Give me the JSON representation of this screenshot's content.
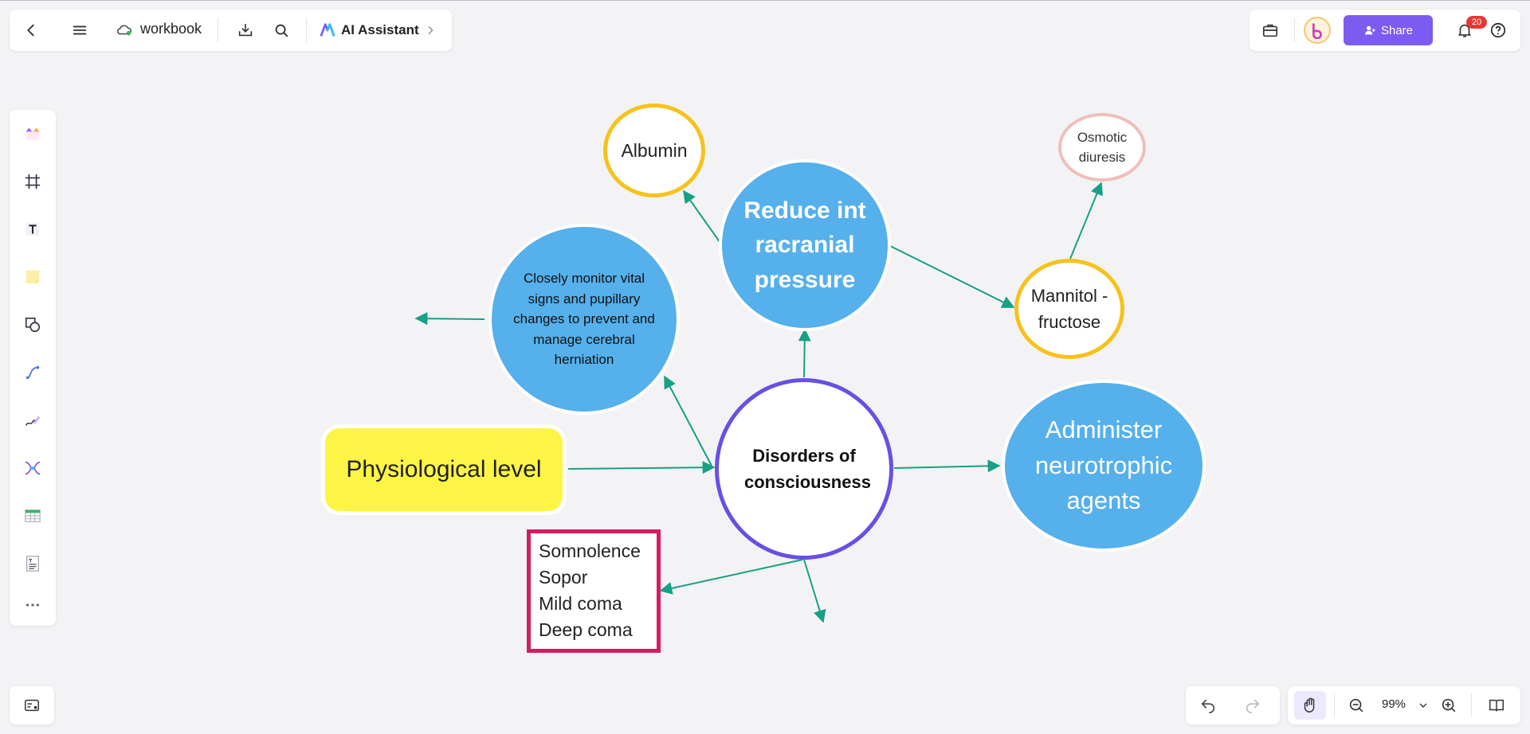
{
  "toolbar": {
    "doc_title": "workbook",
    "ai_assistant_label": "AI Assistant",
    "share_label": "Share",
    "notifications_count": "20"
  },
  "zoom": {
    "level": "99%"
  },
  "left_rail_tools": [
    "templates",
    "frame",
    "text",
    "sticky-note",
    "shape",
    "connector",
    "pen",
    "mindmap",
    "table",
    "document",
    "more"
  ],
  "mindmap": {
    "center": "Disorders of consciousness",
    "nodes": {
      "reduce": "Reduce int racranial pressure",
      "albumin": "Albumin",
      "osmotic": "Osmotic diuresis",
      "mannitol": "Mannitol -fructose",
      "monitor": "Closely monitor vital signs and pupillary changes to prevent and manage cerebral herniation",
      "physiological": "Physiological level",
      "neurotrophic": "Administer neurotrophic agents",
      "levels": [
        "Somnolence",
        "Sopor",
        "Mild coma",
        "Deep coma"
      ]
    }
  },
  "colors": {
    "blue_node": "#55b0ec",
    "yellow_ring": "#f6c21c",
    "pink_ring": "#eebfbb",
    "purple_ring": "#6a4fe3",
    "magenta_box": "#d81b60",
    "yellow_fill": "#fdf545",
    "arrow": "#17a085",
    "accent": "#7c5cf0"
  }
}
